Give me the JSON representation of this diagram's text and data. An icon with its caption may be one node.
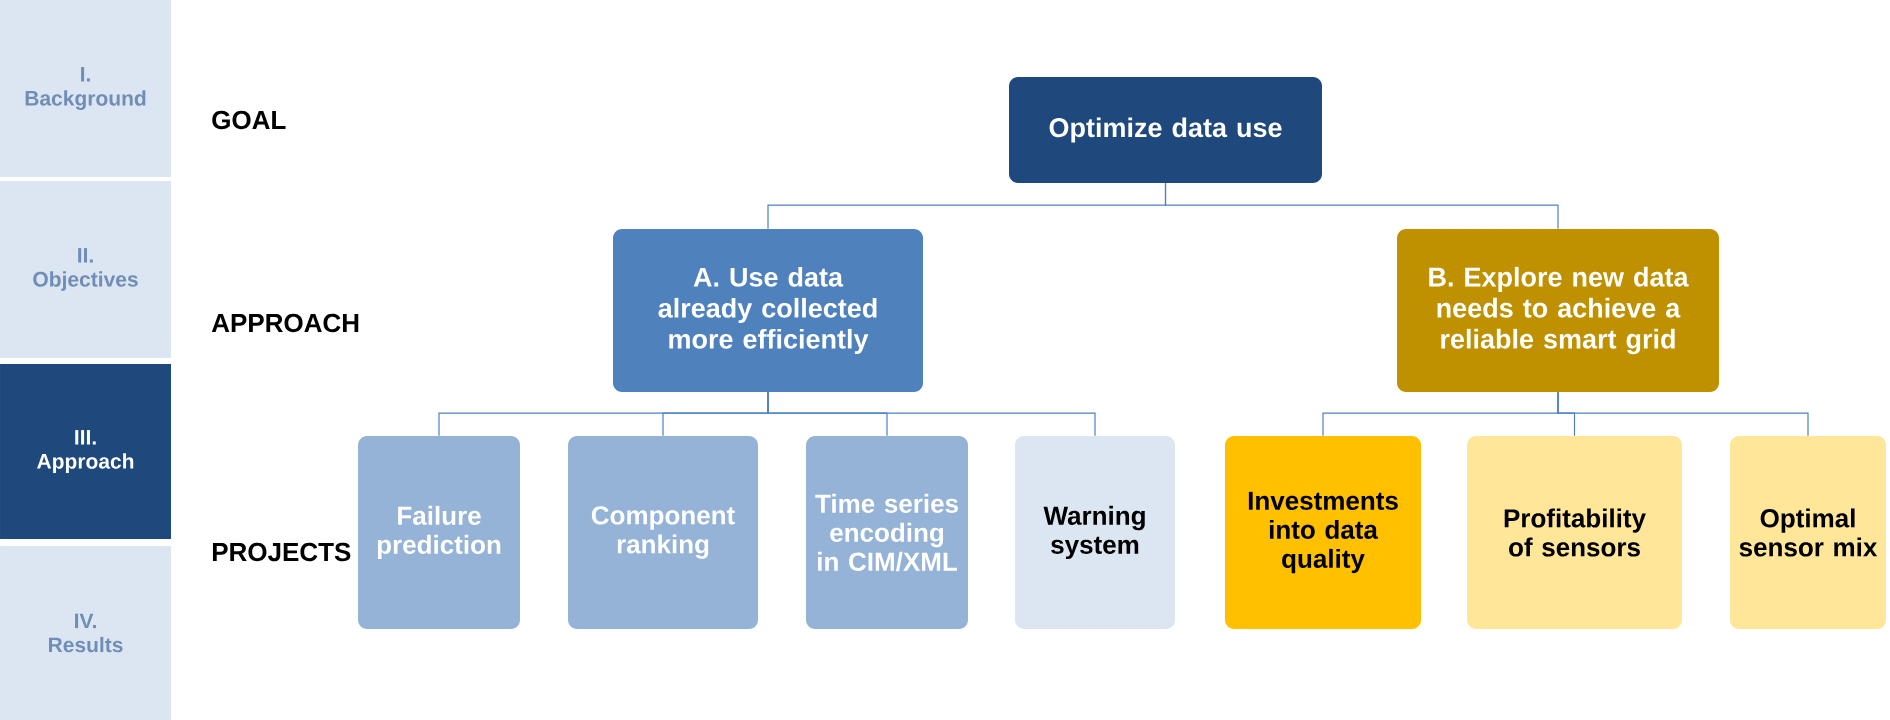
{
  "diagram": {
    "nodes": [
      {
        "text": [
          "I.",
          "Background"
        ]
      },
      {
        "text": [
          "II.",
          "Objectives"
        ]
      },
      {
        "text": [
          "III.",
          "Approach"
        ]
      },
      {
        "text": [
          "IV.",
          "Results"
        ]
      },
      {
        "text": [
          "Optimize data use"
        ]
      },
      {
        "text": [
          "A. Use data already collected more efficiently"
        ]
      },
      {
        "text": [
          "B. Explore new data needs to achieve a reliable smart grid"
        ]
      },
      {
        "text": [
          "Failure prediction"
        ]
      },
      {
        "text": [
          "Component ranking"
        ]
      },
      {
        "text": [
          "Time series encoding in CIM/XML"
        ]
      },
      {
        "text": [
          "Warning system"
        ]
      },
      {
        "text": [
          "Investments into data quality"
        ]
      },
      {
        "text": [
          "Profitability of sensors"
        ]
      },
      {
        "text": [
          "Optimal sensor mix"
        ]
      }
    ],
    "edges": [
      {
        "from": 4,
        "to": 5,
        "arrow": "none"
      },
      {
        "from": 4,
        "to": 6,
        "arrow": "none"
      },
      {
        "from": 5,
        "to": 7,
        "arrow": "none"
      },
      {
        "from": 5,
        "to": 8,
        "arrow": "none"
      },
      {
        "from": 5,
        "to": 9,
        "arrow": "none"
      },
      {
        "from": 5,
        "to": 10,
        "arrow": "none"
      },
      {
        "from": 6,
        "to": 11,
        "arrow": "none"
      },
      {
        "from": 6,
        "to": 12,
        "arrow": "none"
      },
      {
        "from": 6,
        "to": 13,
        "arrow": "none"
      }
    ],
    "labels": [
      "GOAL",
      "APPROACH",
      "PROJECTS"
    ]
  }
}
